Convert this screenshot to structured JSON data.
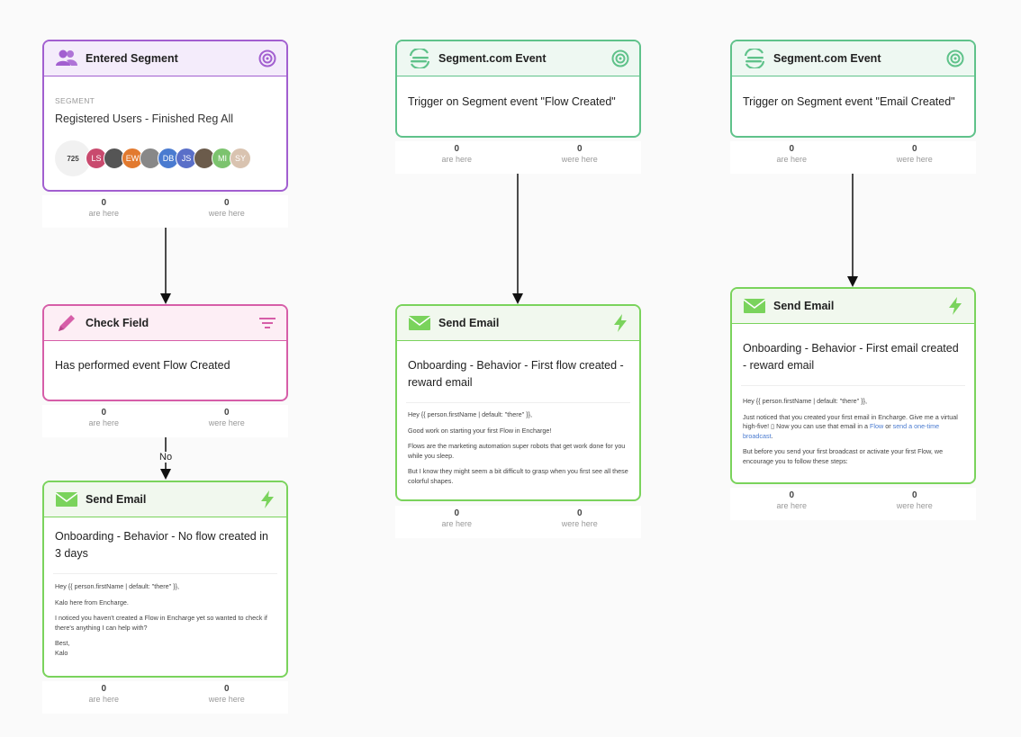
{
  "nodes": {
    "entered_segment": {
      "title": "Entered Segment",
      "segment_label": "SEGMENT",
      "segment_name": "Registered Users - Finished Reg All",
      "count": "725",
      "avatars": [
        {
          "initials": "LS",
          "color": "#c94a6e"
        },
        {
          "initials": "",
          "color": "#555555"
        },
        {
          "initials": "EW",
          "color": "#e27a2f"
        },
        {
          "initials": "",
          "color": "#888888"
        },
        {
          "initials": "DB",
          "color": "#4a7bd0"
        },
        {
          "initials": "JS",
          "color": "#5a6fc8"
        },
        {
          "initials": "",
          "color": "#6b5b4b"
        },
        {
          "initials": "MI",
          "color": "#7cc36e"
        },
        {
          "initials": "SY",
          "color": "#d9c3b0"
        }
      ],
      "stats": {
        "are_count": "0",
        "are_label": "are here",
        "were_count": "0",
        "were_label": "were here"
      }
    },
    "check_field": {
      "title": "Check Field",
      "description": "Has performed event Flow Created",
      "stats": {
        "are_count": "0",
        "are_label": "are here",
        "were_count": "0",
        "were_label": "were here"
      }
    },
    "send_email_1": {
      "title": "Send Email",
      "subject": "Onboarding - Behavior - No flow created in 3 days",
      "preview": [
        "Hey {{ person.firstName | default: \"there\" }},",
        "Kalo here from Encharge.",
        "I noticed you haven't created a Flow in Encharge yet so wanted to check if there's anything I can help with?",
        "Best,",
        "Kalo"
      ],
      "stats": {
        "are_count": "0",
        "are_label": "are here",
        "were_count": "0",
        "were_label": "were here"
      }
    },
    "segment_event_1": {
      "title": "Segment.com Event",
      "description": "Trigger on Segment event \"Flow Created\"",
      "stats": {
        "are_count": "0",
        "are_label": "are here",
        "were_count": "0",
        "were_label": "were here"
      }
    },
    "send_email_2": {
      "title": "Send Email",
      "subject": "Onboarding - Behavior - First flow created - reward email",
      "preview": [
        "Hey {{ person.firstName | default: \"there\" }},",
        "Good work on starting your first Flow in Encharge!",
        "Flows are the marketing automation super robots that get work done for you while you sleep.",
        "But I know they might seem a bit difficult to grasp when you first see all these colorful shapes."
      ],
      "stats": {
        "are_count": "0",
        "are_label": "are here",
        "were_count": "0",
        "were_label": "were here"
      }
    },
    "segment_event_2": {
      "title": "Segment.com Event",
      "description": "Trigger on Segment event \"Email Created\"",
      "stats": {
        "are_count": "0",
        "are_label": "are here",
        "were_count": "0",
        "were_label": "were here"
      }
    },
    "send_email_3": {
      "title": "Send Email",
      "subject": "Onboarding - Behavior - First email created - reward email",
      "preview_line1": "Hey {{ person.firstName | default: \"there\" }},",
      "preview_line2_a": "Just noticed that you created your first email in Encharge. Give me a virtual high-five! ",
      "preview_line2_b": " Now you can use that email in a ",
      "preview_link1": "Flow",
      "preview_line2_c": " or ",
      "preview_link2": "send a one-time broadcast",
      "preview_line2_d": ".",
      "preview_line3": "But before you send your first broadcast or activate your first Flow, we encourage you to follow these steps:",
      "stats": {
        "are_count": "0",
        "are_label": "are here",
        "were_count": "0",
        "were_label": "were here"
      }
    }
  },
  "edge_labels": {
    "check_no": "No"
  },
  "colors": {
    "purple": "#a25fd0",
    "pink": "#d65ea8",
    "teal": "#5fc28a",
    "green": "#7ad35c"
  },
  "icons": {
    "entered_segment": "users-icon",
    "check_field": "pencil-icon",
    "segment_event": "segment-logo-icon",
    "send_email": "envelope-icon",
    "target": "target-icon",
    "filter": "filter-icon",
    "lightning": "lightning-icon"
  }
}
